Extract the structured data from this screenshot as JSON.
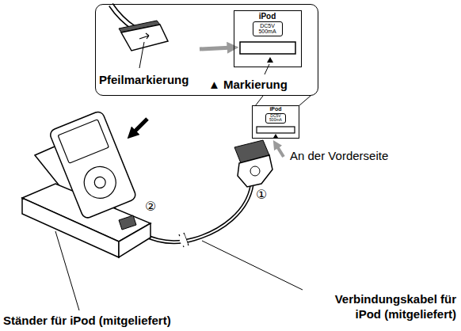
{
  "diagram": {
    "nodes": [
      {
        "text": [
          "Pfeilmarkierung",
          "▲ Markierung"
        ]
      },
      {
        "text": [
          "iPod",
          "DC5V 500mA"
        ],
        "in": 0
      },
      {
        "text": [
          "iPod",
          "DC5V 500mA"
        ]
      }
    ],
    "labels": [
      "An der Vorderseite",
      "①",
      "②",
      "Ständer für iPod (mitgeliefert)",
      "Verbindungskabel für iPod (mitgeliefert)"
    ]
  }
}
